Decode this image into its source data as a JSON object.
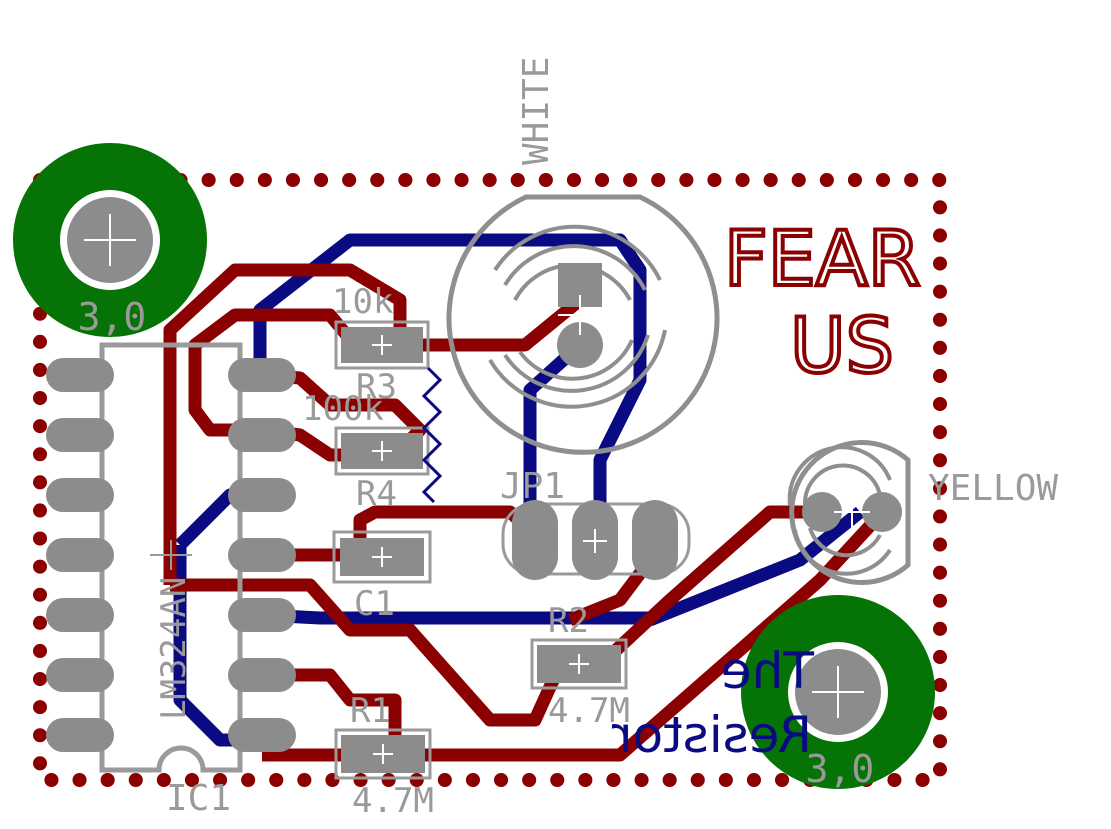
{
  "colors": {
    "background": "#ffffff",
    "top_copper": "#8b0000",
    "bottom_copper": "#0a0a82",
    "pad": "#8c8c8c",
    "silkscreen": "#9a9a9a",
    "mount_ring": "#067306"
  },
  "board_text": {
    "title_line1": "FEAR",
    "title_line2": "US",
    "bottom_line1": "The",
    "bottom_line2": "Resistor"
  },
  "components": {
    "ic1": {
      "name": "IC1",
      "value": "LM324AN"
    },
    "r1": {
      "name": "R1",
      "value": "4.7M"
    },
    "r2": {
      "name": "R2",
      "value": "4.7M"
    },
    "r3": {
      "name": "R3",
      "value": "10k"
    },
    "r4": {
      "name": "R4",
      "value": "100k"
    },
    "c1": {
      "name": "C1"
    },
    "jp1": {
      "name": "JP1"
    },
    "led_white": {
      "name": "WHITE"
    },
    "led_yellow": {
      "name": "YELLOW"
    },
    "mount_top_left": {
      "label": "3,0"
    },
    "mount_bottom_right": {
      "label": "3,0"
    }
  }
}
